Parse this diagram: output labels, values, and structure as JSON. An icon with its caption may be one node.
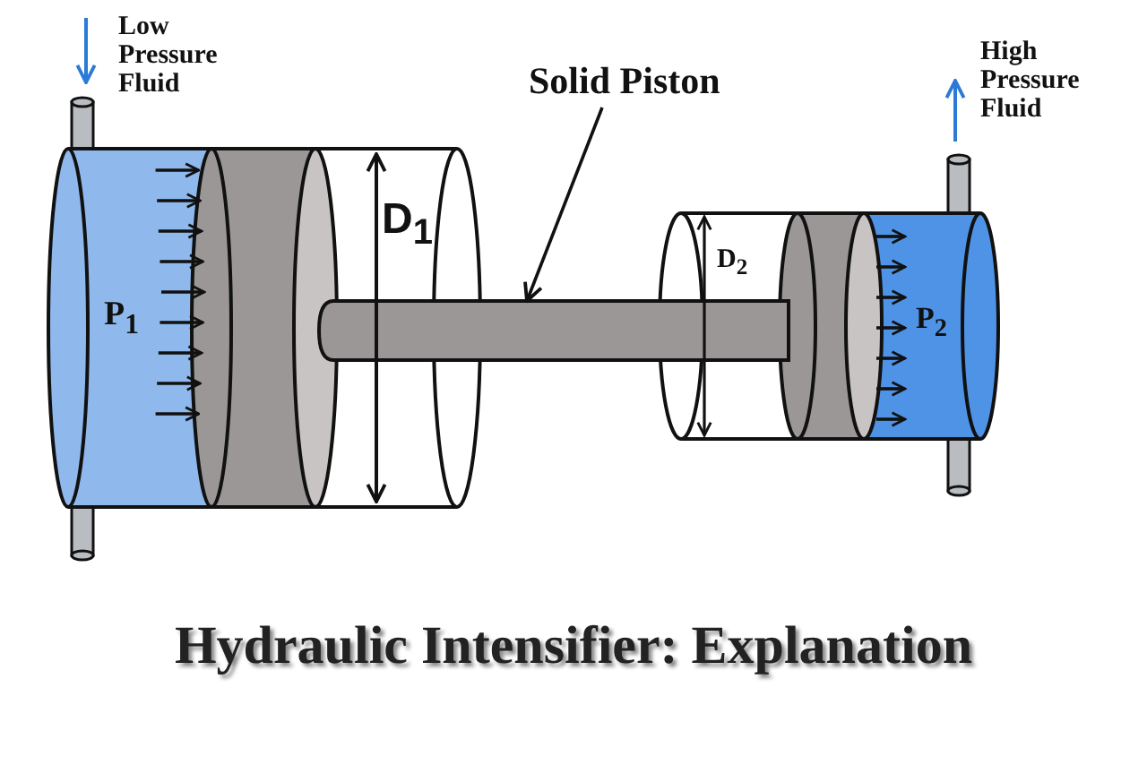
{
  "diagram": {
    "title": "Hydraulic Intensifier: Explanation",
    "nodes": [
      {
        "text": [
          "Solid Piston"
        ]
      },
      {
        "text": [],
        "shape": "bar"
      }
    ],
    "edges": [
      {
        "from": 0,
        "to": 1,
        "arrow": "to"
      }
    ],
    "labels": [
      "Low Pressure Fluid",
      "High Pressure Fluid",
      "D$_{1}$",
      "D$_{2}$",
      "P$_{1}$",
      "P$_{2}$"
    ]
  }
}
